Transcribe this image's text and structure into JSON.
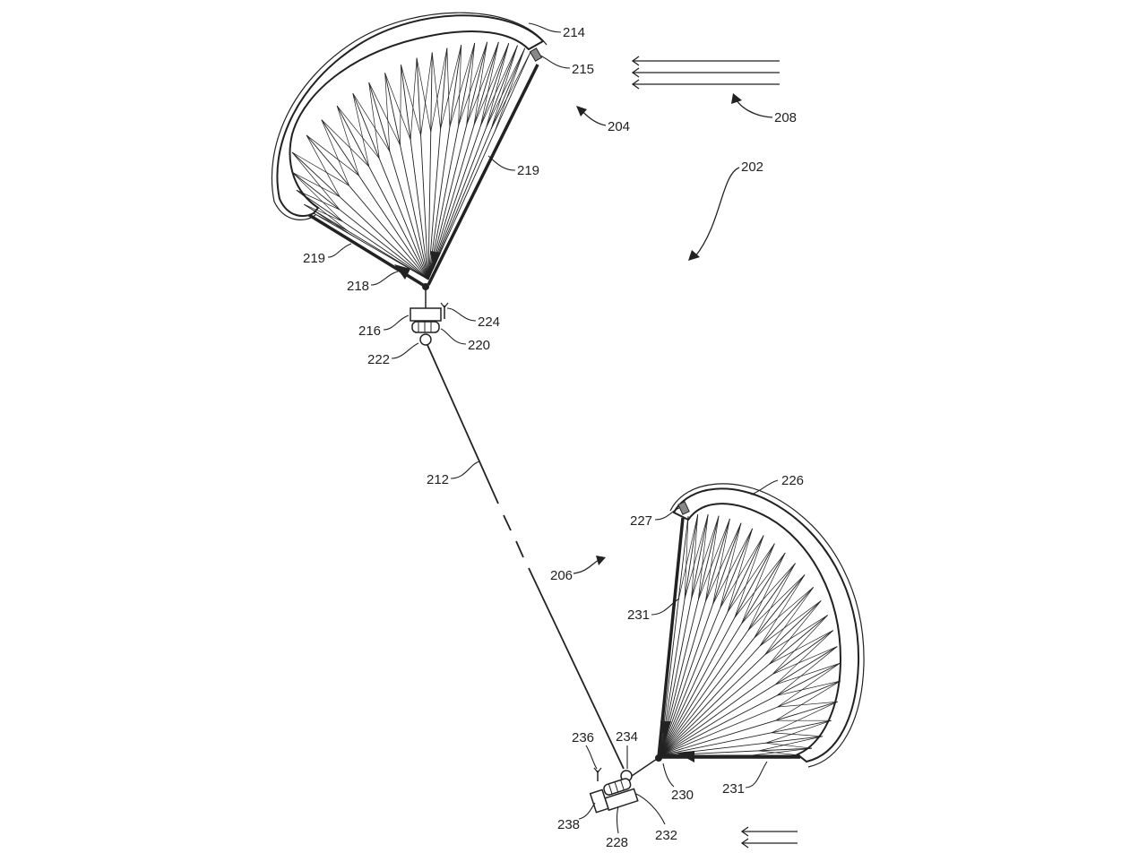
{
  "labels": {
    "l202": "202",
    "l204": "204",
    "l206": "206",
    "l208": "208",
    "l212": "212",
    "l214": "214",
    "l215": "215",
    "l216": "216",
    "l218": "218",
    "l219a": "219",
    "l219b": "219",
    "l220": "220",
    "l222": "222",
    "l224": "224",
    "l226": "226",
    "l227": "227",
    "l228": "228",
    "l230": "230",
    "l231a": "231",
    "l231b": "231",
    "l232": "232",
    "l234": "234",
    "l236": "236",
    "l238": "238"
  },
  "colors": {
    "ink": "#222222",
    "background": "#ffffff"
  }
}
